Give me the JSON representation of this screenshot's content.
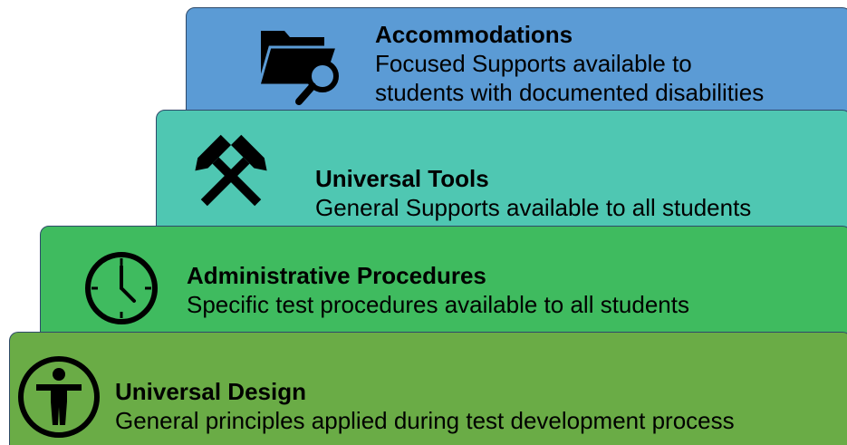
{
  "tiers": [
    {
      "id": "accommodations",
      "icon": "folder-search-icon",
      "title": "Accommodations",
      "description_lines": [
        "Focused Supports available to",
        "students with documented disabilities"
      ],
      "color": "#5b9bd5"
    },
    {
      "id": "universal-tools",
      "icon": "crossed-hammers-icon",
      "title": "Universal Tools",
      "description_lines": [
        "General Supports available to all students"
      ],
      "color": "#4fc7b2"
    },
    {
      "id": "administrative-procedures",
      "icon": "clock-icon",
      "title": "Administrative Procedures",
      "description_lines": [
        "Specific test procedures available to all students"
      ],
      "color": "#3fbb5f"
    },
    {
      "id": "universal-design",
      "icon": "accessibility-person-icon",
      "title": "Universal Design",
      "description_lines": [
        "General principles applied during test development process"
      ],
      "color": "#6aac46"
    }
  ]
}
